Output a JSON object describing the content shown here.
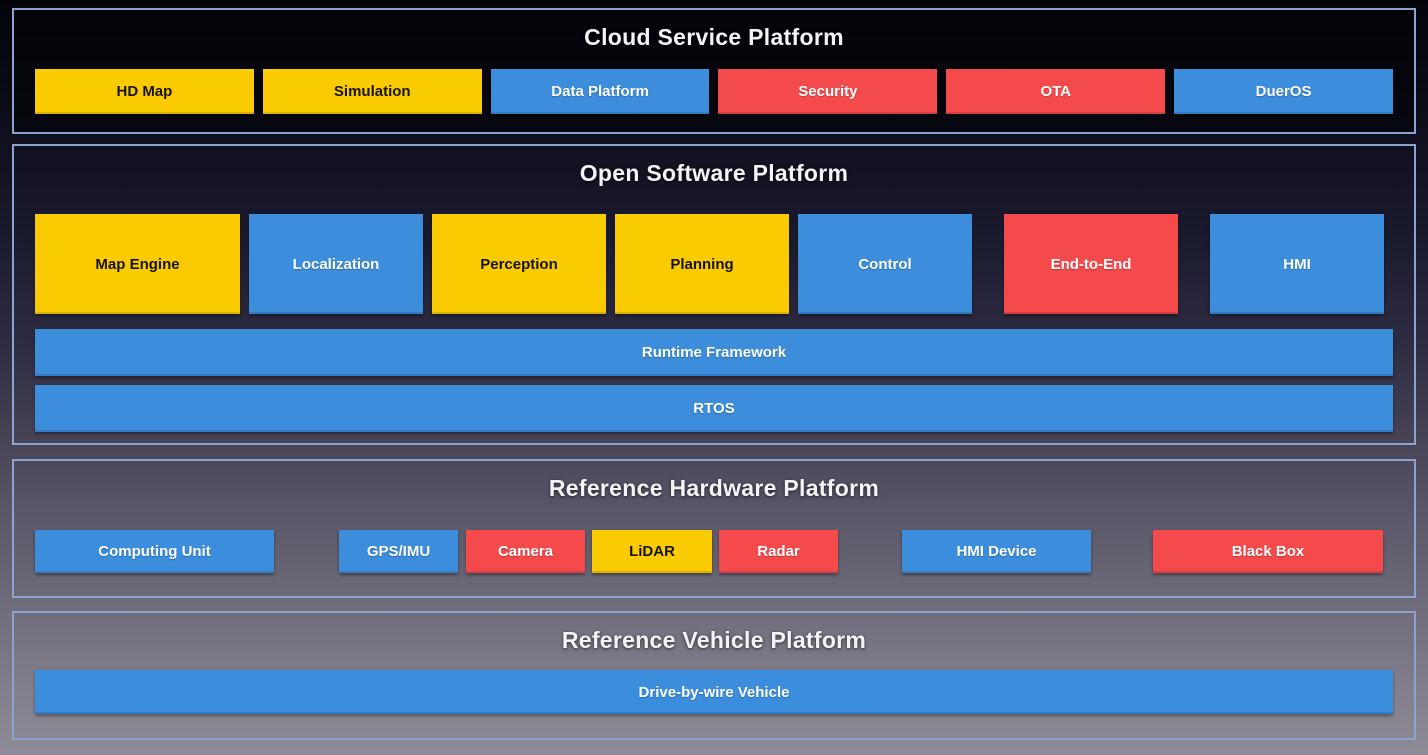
{
  "colors": {
    "yellow": "#fbcb01",
    "blue": "#3c8ddc",
    "red": "#f54a4c",
    "section_border": "#8ca3cf"
  },
  "sections": {
    "cloud": {
      "title": "Cloud Service Platform",
      "boxes": [
        {
          "label": "HD Map",
          "color": "yellow"
        },
        {
          "label": "Simulation",
          "color": "yellow"
        },
        {
          "label": "Data Platform",
          "color": "blue"
        },
        {
          "label": "Security",
          "color": "red"
        },
        {
          "label": "OTA",
          "color": "red"
        },
        {
          "label": "DuerOS",
          "color": "blue"
        }
      ]
    },
    "software": {
      "title": "Open Software Platform",
      "modules": [
        {
          "label": "Map Engine",
          "color": "yellow"
        },
        {
          "label": "Localization",
          "color": "blue"
        },
        {
          "label": "Perception",
          "color": "yellow"
        },
        {
          "label": "Planning",
          "color": "yellow"
        },
        {
          "label": "Control",
          "color": "blue"
        },
        {
          "label": "End-to-End",
          "color": "red"
        },
        {
          "label": "HMI",
          "color": "blue"
        }
      ],
      "bars": [
        {
          "label": "Runtime Framework",
          "color": "blue"
        },
        {
          "label": "RTOS",
          "color": "blue"
        }
      ]
    },
    "hardware": {
      "title": "Reference Hardware Platform",
      "boxes": [
        {
          "label": "Computing Unit",
          "color": "blue"
        },
        {
          "label": "GPS/IMU",
          "color": "blue"
        },
        {
          "label": "Camera",
          "color": "red"
        },
        {
          "label": "LiDAR",
          "color": "yellow"
        },
        {
          "label": "Radar",
          "color": "red"
        },
        {
          "label": "HMI Device",
          "color": "blue"
        },
        {
          "label": "Black Box",
          "color": "red"
        }
      ]
    },
    "vehicle": {
      "title": "Reference Vehicle Platform",
      "bars": [
        {
          "label": "Drive-by-wire Vehicle",
          "color": "blue"
        }
      ]
    }
  }
}
